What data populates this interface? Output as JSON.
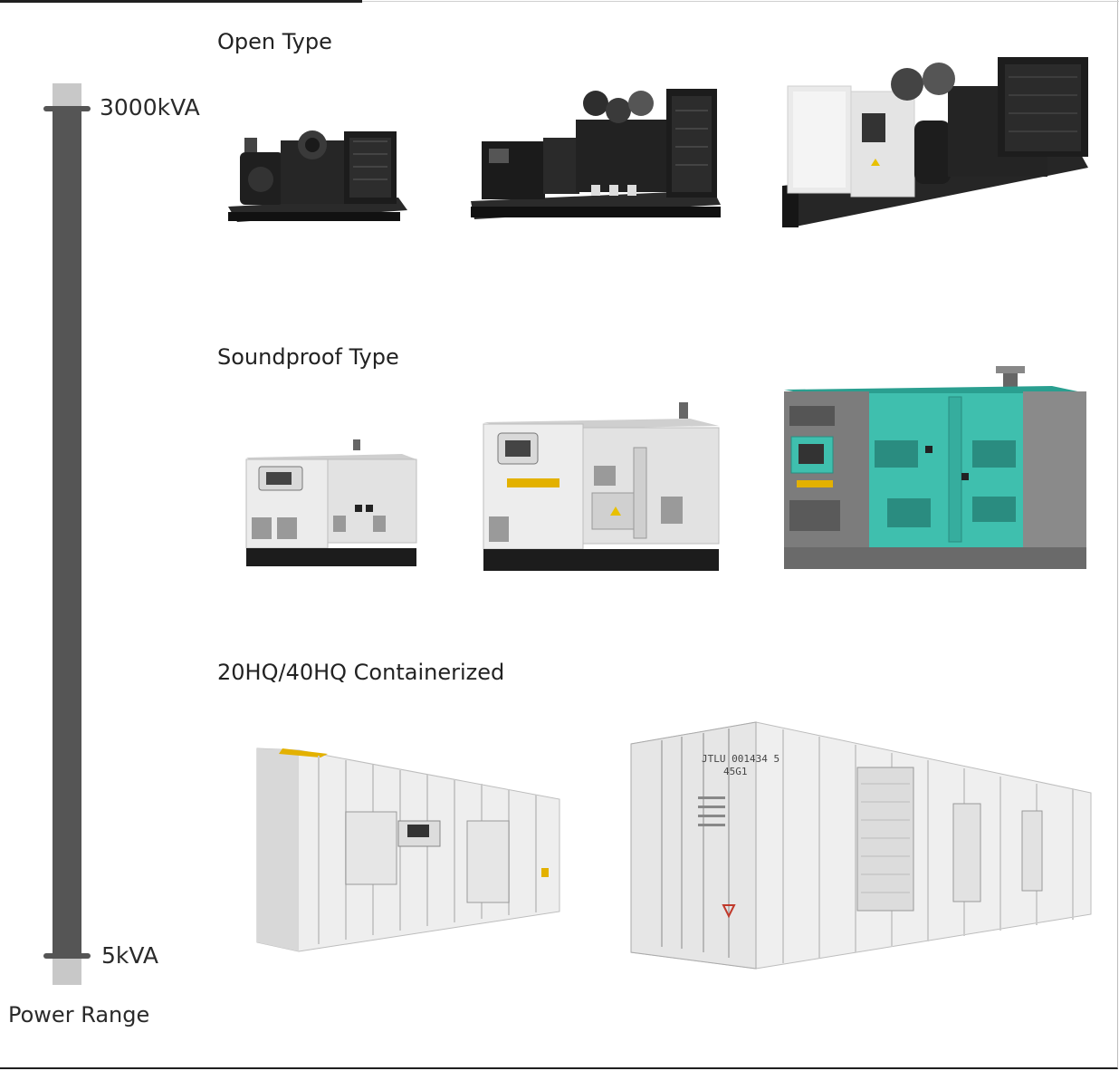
{
  "scale": {
    "max_label": "3000kVA",
    "min_label": "5kVA",
    "title": "Power Range"
  },
  "sections": [
    {
      "title": "Open Type"
    },
    {
      "title": "Soundproof Type"
    },
    {
      "title": "20HQ/40HQ Containerized"
    }
  ],
  "container": {
    "id_line1": "JTLU 001434 5",
    "id_line2": "45G1"
  },
  "colors": {
    "scale_bar": "#555555",
    "scale_track": "#c8c8c8",
    "teal_canopy": "#3fbfae",
    "engine_black": "#1c1c1c"
  }
}
